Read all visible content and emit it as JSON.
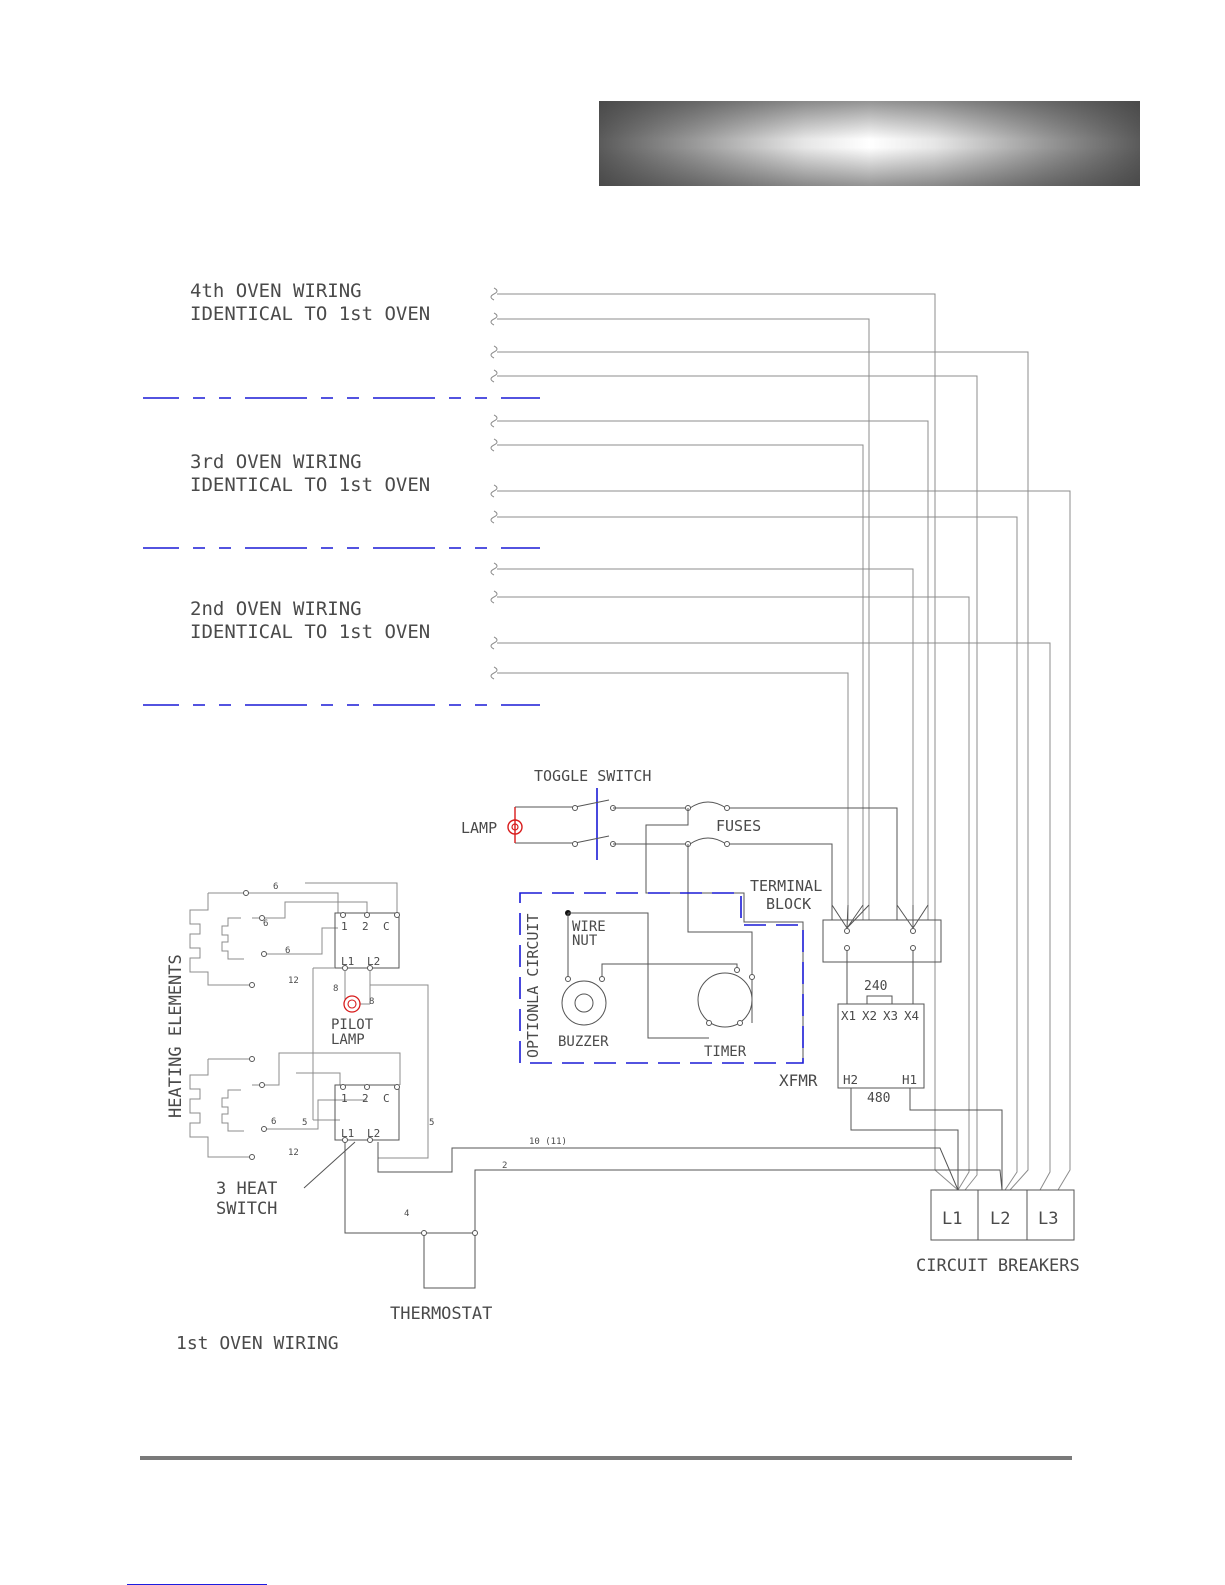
{
  "oven4": {
    "line1": "4th OVEN WIRING",
    "line2": "IDENTICAL TO 1st OVEN"
  },
  "oven3": {
    "line1": "3rd OVEN WIRING",
    "line2": "IDENTICAL TO 1st OVEN"
  },
  "oven2": {
    "line1": "2nd OVEN WIRING",
    "line2": "IDENTICAL TO 1st OVEN"
  },
  "oven1": {
    "label": "1st OVEN WIRING"
  },
  "labels": {
    "toggle_switch": "TOGGLE SWITCH",
    "lamp": "LAMP",
    "fuses": "FUSES",
    "terminal_block_1": "TERMINAL",
    "terminal_block_2": "BLOCK",
    "optional_circuit": "OPTIONLA CIRCUIT",
    "wire_nut_1": "WIRE",
    "wire_nut_2": "NUT",
    "buzzer": "BUZZER",
    "timer": "TIMER",
    "xfmr": "XFMR",
    "heating_elements": "HEATING ELEMENTS",
    "pilot_lamp_1": "PILOT",
    "pilot_lamp_2": "LAMP",
    "heat_switch_1": "3 HEAT",
    "heat_switch_2": "SWITCH",
    "thermostat": "THERMOSTAT",
    "circuit_breakers": "CIRCUIT BREAKERS"
  },
  "xfmr_terminals": {
    "x1": "X1",
    "x2": "X2",
    "x3": "X3",
    "x4": "X4",
    "h2": "H2",
    "h1": "H1",
    "v_low": "240",
    "v_high": "480"
  },
  "breakers": {
    "l1": "L1",
    "l2": "L2",
    "l3": "L3"
  },
  "switch_terminals": {
    "t1": "1",
    "t2": "2",
    "tc": "C",
    "l1": "L1",
    "l2": "L2"
  },
  "wire_numbers": {
    "w6": "6",
    "w12": "12",
    "w8": "8",
    "w5": "5",
    "w4": "4",
    "w2": "2",
    "w10": "10 (11)"
  },
  "colors": {
    "wire": "#8c8c8c",
    "optional_box": "#1a1ad6",
    "separator": "#1a1ad6",
    "lamp": "#d81b1b",
    "text": "#4a4a4a"
  }
}
